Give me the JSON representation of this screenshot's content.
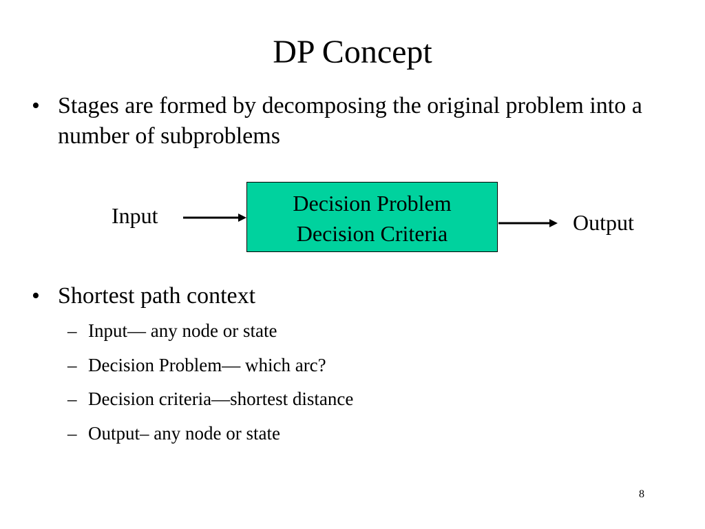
{
  "slide": {
    "title": "DP Concept",
    "bullets": [
      {
        "marker": "•",
        "text": "Stages are formed by decomposing the original problem into a number of subproblems"
      },
      {
        "marker": "•",
        "text": "Shortest path context"
      }
    ],
    "sub_bullets": [
      {
        "marker": "–",
        "text": "Input— any node or state"
      },
      {
        "marker": "–",
        "text": "Decision Problem— which arc?"
      },
      {
        "marker": "–",
        "text": "Decision criteria—shortest distance"
      },
      {
        "marker": "–",
        "text": "Output– any node or state"
      }
    ],
    "diagram": {
      "input_label": "Input",
      "output_label": "Output",
      "box_line1": "Decision Problem",
      "box_line2": "Decision Criteria",
      "box_color": "#00d29e"
    },
    "page_number": "8"
  }
}
